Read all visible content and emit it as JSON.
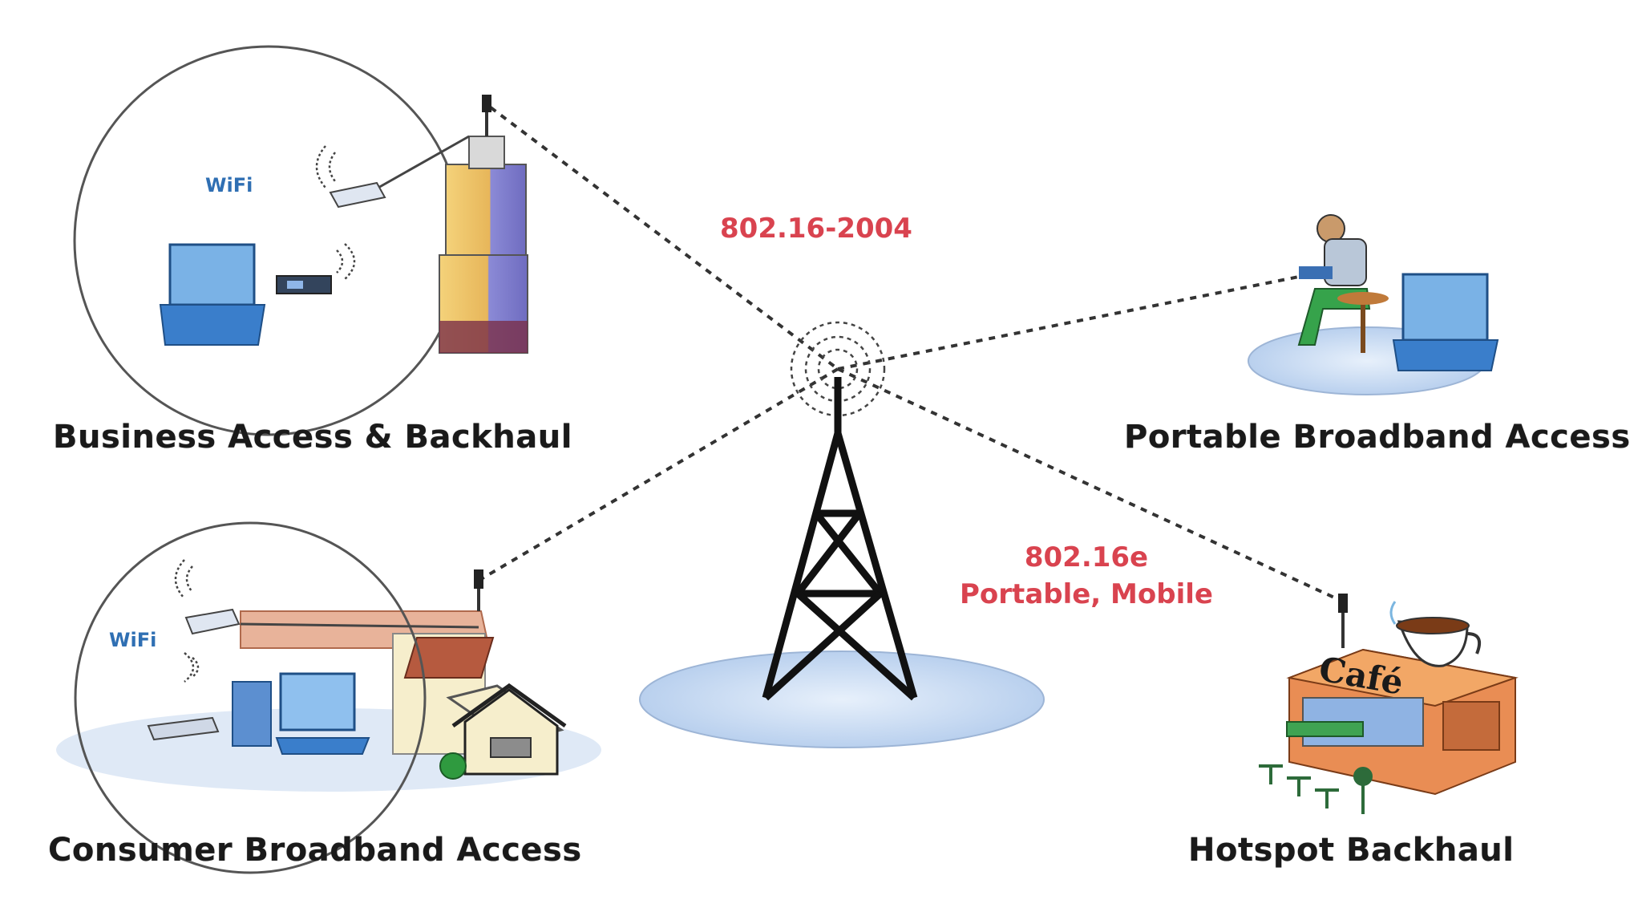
{
  "standards": {
    "fixed": "802.16-2004",
    "mobile_line1": "802.16e",
    "mobile_line2": "Portable, Mobile"
  },
  "scenarios": {
    "business": "Business Access & Backhaul",
    "portable": "Portable Broadband Access",
    "consumer": "Consumer Broadband Access",
    "hotspot": "Hotspot Backhaul"
  },
  "wifi_labels": {
    "business": "WiFi",
    "consumer": "WiFi"
  },
  "cafe_sign": "Café",
  "colors": {
    "standard_text": "#d9434f",
    "link_line": "#333333",
    "ground_fill": "#c9dcf2",
    "wifi_text": "#2f6fb3"
  }
}
